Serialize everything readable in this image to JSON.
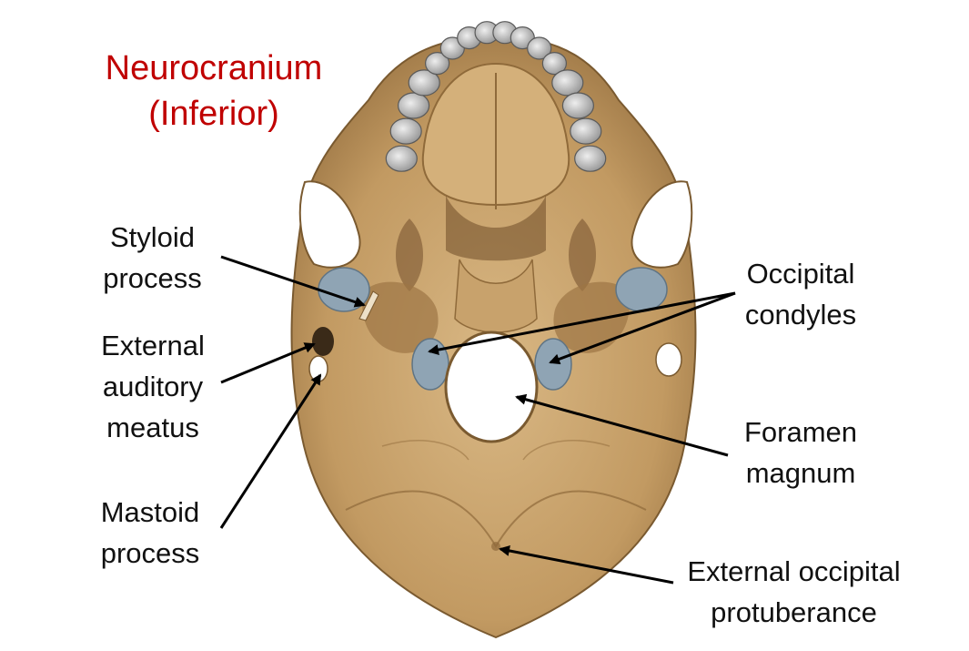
{
  "title": {
    "line1": "Neurocranium",
    "line2": "(Inferior)",
    "color": "#c00000"
  },
  "labels": {
    "styloid": [
      "Styloid",
      "process"
    ],
    "external_auditory": [
      "External",
      "auditory",
      "meatus"
    ],
    "mastoid": [
      "Mastoid",
      "process"
    ],
    "occipital_condyles": [
      "Occipital",
      "condyles"
    ],
    "foramen_magnum": [
      "Foramen",
      "magnum"
    ],
    "external_occipital": [
      "External occipital",
      "protuberance"
    ]
  },
  "colors": {
    "bone": "#c9a46c",
    "bone_dark": "#8f6a3a",
    "cartilage": "#8fa4b4",
    "teeth": "#b9b9b9",
    "arrow": "#000000"
  }
}
